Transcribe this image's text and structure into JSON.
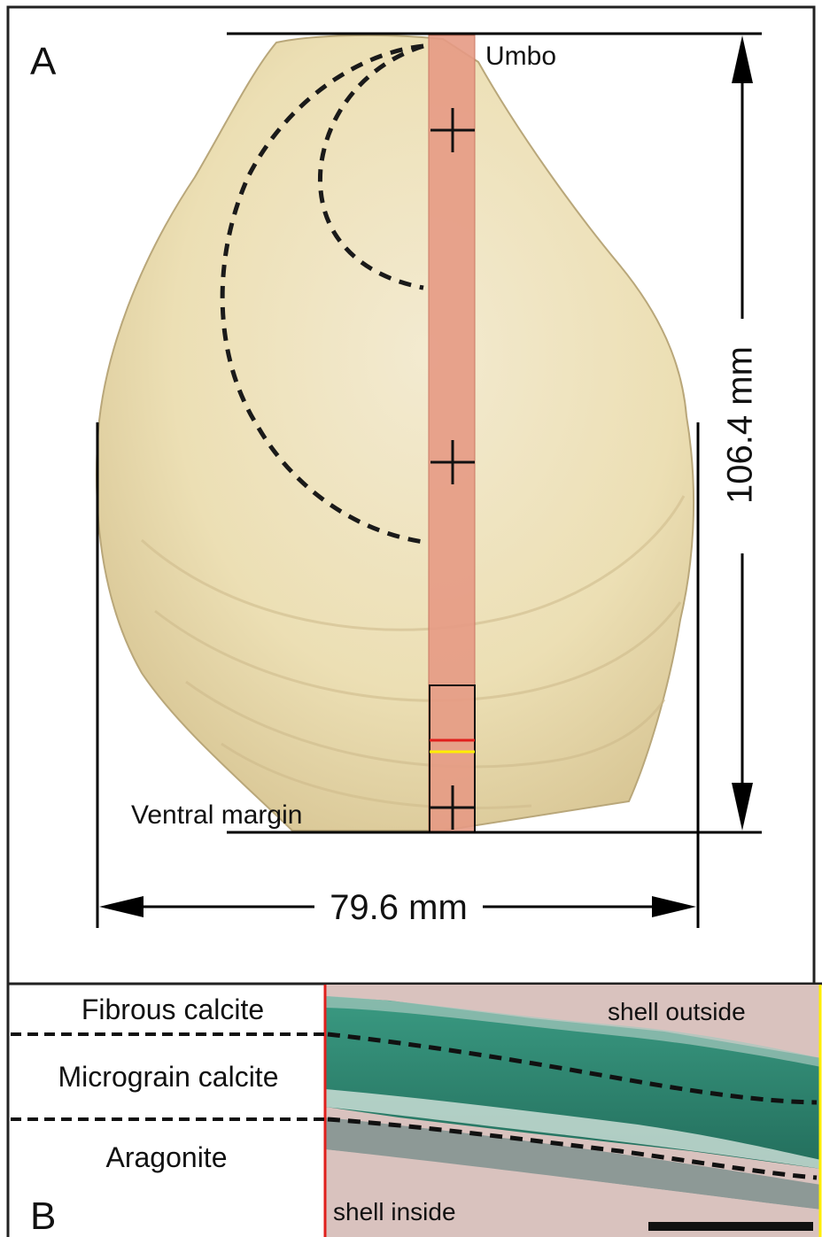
{
  "panel_a": {
    "letter": "A",
    "umbo_label": "Umbo",
    "ventral_label": "Ventral margin",
    "height_label": "106.4 mm",
    "width_label": "79.6 mm",
    "colors": {
      "shell": "#ece0b6",
      "section_strip": "#e59a84",
      "red_marker": "#e0201c",
      "yellow_marker": "#ffee00"
    }
  },
  "panel_b": {
    "letter": "B",
    "layers": {
      "fibrous": "Fibrous calcite",
      "micrograin": "Micrograin calcite",
      "aragonite": "Aragonite"
    },
    "outside_label": "shell outside",
    "inside_label": "shell inside",
    "colors": {
      "stain": "#2f8a74",
      "background": "#d9c2be"
    }
  }
}
